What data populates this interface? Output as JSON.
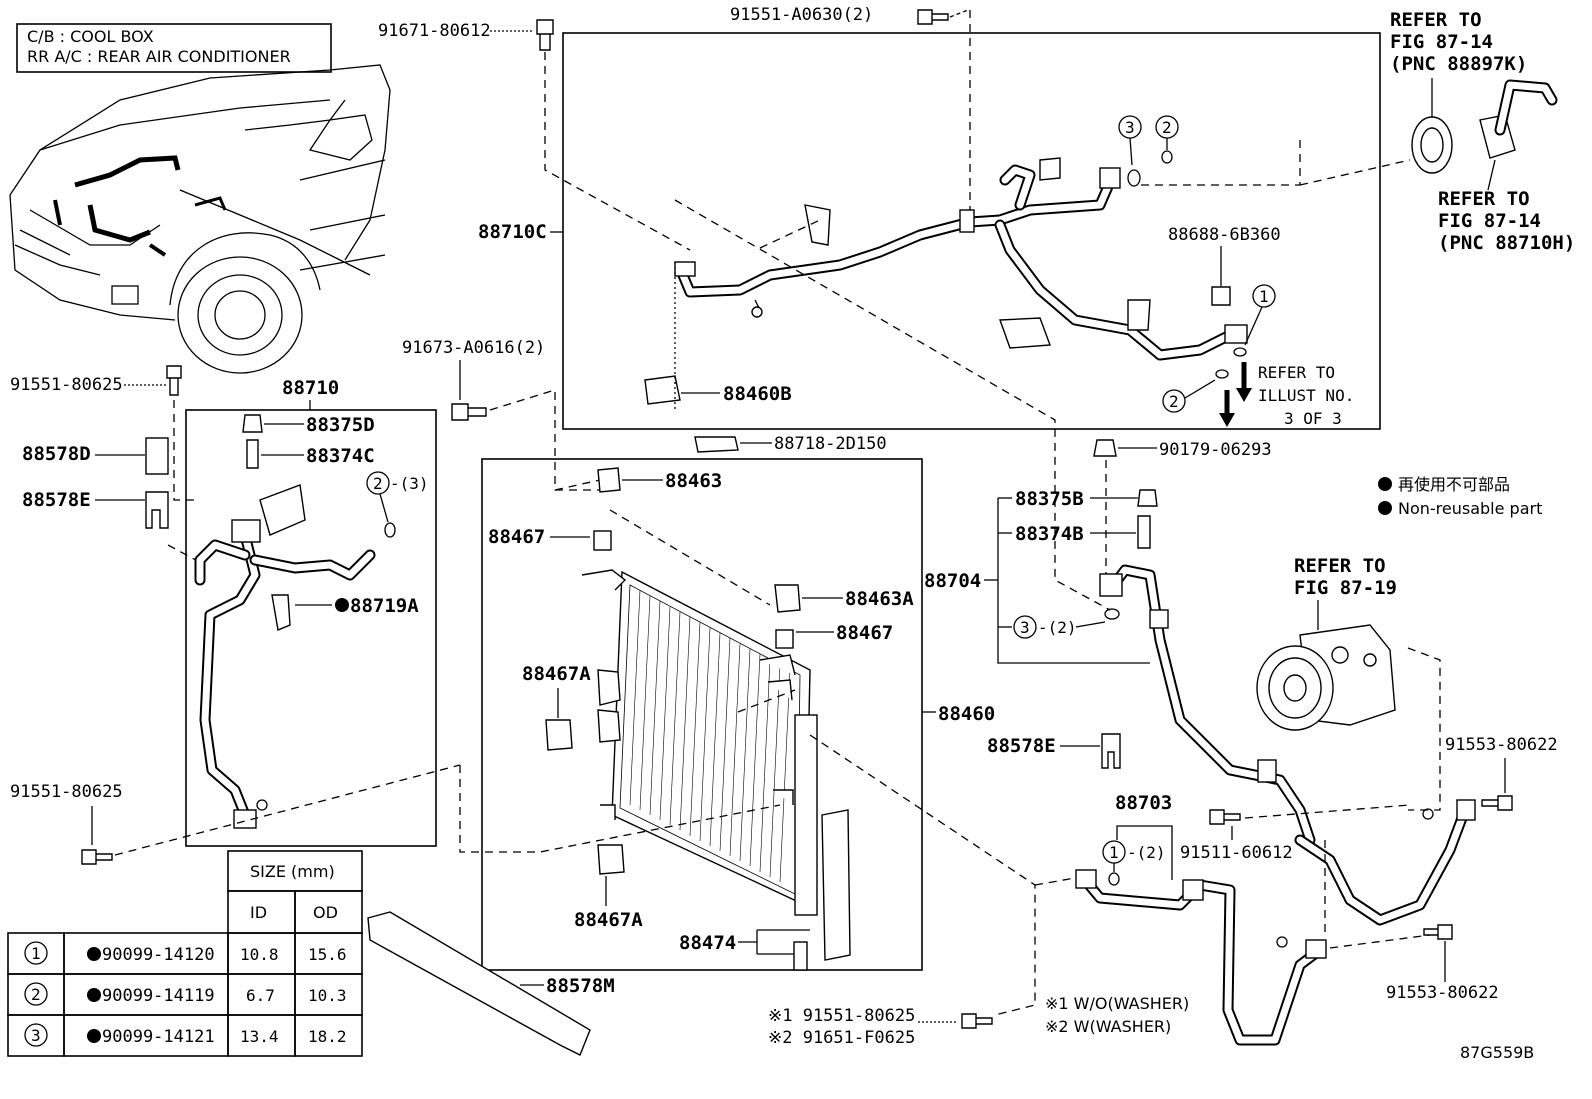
{
  "legend_box": {
    "line1": "C/B : COOL BOX",
    "line2": "RR A/C : REAR AIR CONDITIONER"
  },
  "diagram_code": "87G559B",
  "symbol_legend": {
    "jp": "再使用不可部品",
    "en": "Non-reusable part"
  },
  "part_labels": {
    "p91671_80612": "91671-80612",
    "p91551_A0630": "91551-A0630(2)",
    "p88710C": "88710C",
    "p88688": "88688-6B360",
    "p88460B": "88460B",
    "p91673": "91673-A0616(2)",
    "p91551_80625_top": "91551-80625",
    "p88710": "88710",
    "p88375D": "88375D",
    "p88374C": "88374C",
    "p88578D": "88578D",
    "p88578E_left": "88578E",
    "p88719A": "88719A",
    "p91551_80625_bot": "91551-80625",
    "p88718": "88718-2D150",
    "p88463": "88463",
    "p88467_top": "88467",
    "p88463A": "88463A",
    "p88467_mid": "88467",
    "p88467A_top": "88467A",
    "p88460": "88460",
    "p88467A_bot": "88467A",
    "p88474": "88474",
    "p88578M": "88578M",
    "p90179": "90179-06293",
    "p88375B": "88375B",
    "p88374B": "88374B",
    "p88704": "88704",
    "p88578E_right": "88578E",
    "p88703": "88703",
    "p91511": "91511-60612",
    "p91553_top": "91553-80622",
    "p91553_bot": "91553-80622",
    "note1": "※1 91551-80625",
    "note2": "※2 91651-F0625",
    "wo_washer": "※1 W/O(WASHER)",
    "w_washer": "※2 W(WASHER)",
    "qty_2_3": "-(3)",
    "qty_3_2": "-(2)",
    "qty_1_2": "-(2)"
  },
  "refer_notes": {
    "r1": [
      "REFER TO",
      "FIG 87-14",
      "(PNC 88897K)"
    ],
    "r2": [
      "REFER TO",
      "FIG 87-14",
      "(PNC 88710H)"
    ],
    "r3": [
      "REFER TO",
      "ILLUST NO.",
      "3 OF 3"
    ],
    "r4": [
      "REFER TO",
      "FIG 87-19"
    ]
  },
  "callout_numbers": {
    "c1": "1",
    "c2": "2",
    "c3": "3"
  },
  "size_table": {
    "header": "SIZE (mm)",
    "col_id": "ID",
    "col_od": "OD",
    "rows": [
      {
        "num": "1",
        "part": "90099-14120",
        "id": "10.8",
        "od": "15.6"
      },
      {
        "num": "2",
        "part": "90099-14119",
        "id": "6.7",
        "od": "10.3"
      },
      {
        "num": "3",
        "part": "90099-14121",
        "id": "13.4",
        "od": "18.2"
      }
    ]
  }
}
